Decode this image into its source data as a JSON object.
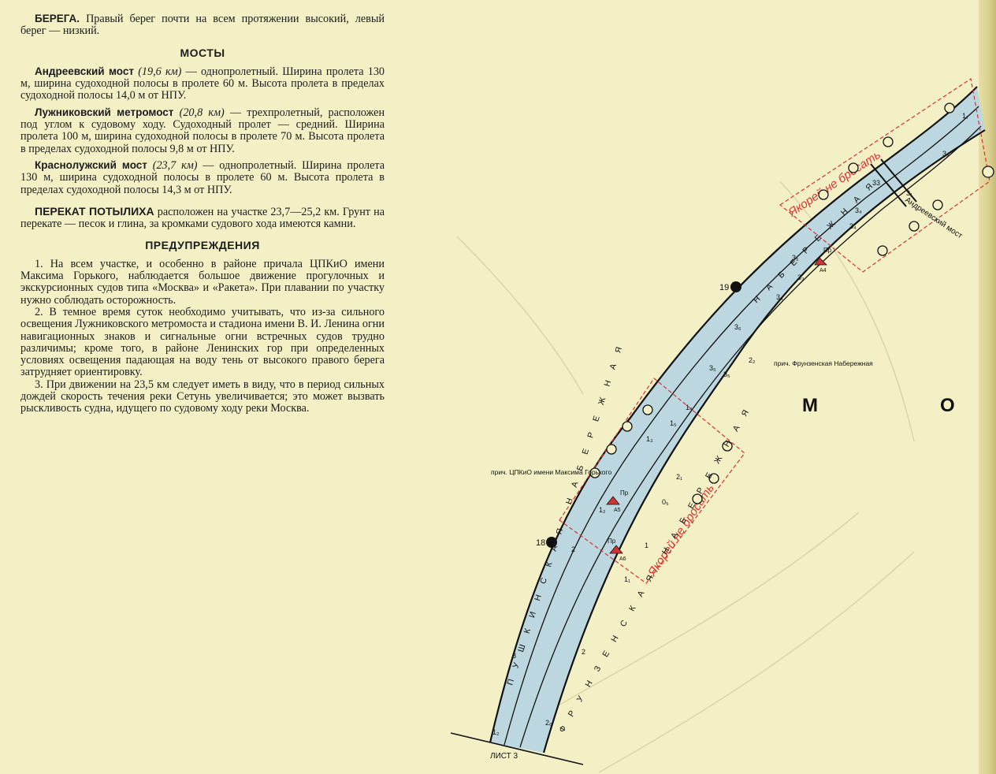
{
  "text": {
    "shores_heading": "БЕРЕГА.",
    "shores_body": "Правый берег почти на всем протяжении высокий, левый берег — низкий.",
    "bridges_heading": "МОСТЫ",
    "bridge1_name": "Андреевский мост",
    "bridge1_km": "(19,6 км)",
    "bridge1_body": "— однопролетный. Ширина пролета 130 м, ширина судоходной полосы в пролете 60 м. Высота пролета в пределах судоходной полосы 14,0 м от НПУ.",
    "bridge2_name": "Лужниковский метромост",
    "bridge2_km": "(20,8 км)",
    "bridge2_body": "— трехпролетный, расположен под углом к судовому ходу. Судоходный пролет — средний. Ширина пролета 100 м, ширина судоходной полосы в пролете 70 м. Высота пролета в пределах судоходной полосы 9,8 м от НПУ.",
    "bridge3_name": "Краснолужский мост",
    "bridge3_km": "(23,7 км)",
    "bridge3_body": "— однопролетный. Ширина пролета 130 м, ширина судоходной полосы в пролете 60 м. Высота пролета в пределах судоходной полосы 14,3 м от НПУ.",
    "rift_heading": "ПЕРЕКАТ ПОТЫЛИХА",
    "rift_body": "расположен на участке 23,7—25,2 км. Грунт на перекате — песок и глина, за кромками судового хода имеются камни.",
    "warnings_heading": "ПРЕДУПРЕЖДЕНИЯ",
    "warning1": "1. На всем участке, и особенно в районе причала ЦПКиО имени Максима Горького, наблюдается большое движение прогулочных и экскурсионных судов типа «Москва» и «Ракета». При плавании по участку нужно соблюдать осторожность.",
    "warning2": "2. В темное время суток необходимо учитывать, что из-за сильного освещения Лужниковского метромоста и стадиона имени В. И. Ленина огни навигационных знаков и сигнальные огни встречных судов трудно различимы; кроме того, в районе Ленинских гор при определенных условиях освещения падающая на воду тень от высокого правого берега затрудняет ориентировку.",
    "warning3": "3. При движении на 23,5 км следует иметь в виду, что в период сильных дождей скорость течения реки Сетунь увеличивается; это может вызвать рыскливость судна, идущего по судовому ходу реки Москва."
  },
  "map": {
    "city_letters": [
      "М",
      "О"
    ],
    "embankment_left": "ПУШКИНСКАЯ НАБЕРЕЖНАЯ",
    "embankment_right_lower": "ФРУНЗЕНСКАЯ НАБЕРЕЖНАЯ",
    "embankment_right_upper": "НАБЕРЕЖНАЯ",
    "pier_gorky": "прич. ЦПКиО имени Максима Горького",
    "pier_frunze": "прич. Фрунзенская Набережная",
    "bridge_label": "Андреевский мост",
    "no_anchor": "Якорей не бросать",
    "sheet_label": "ЛИСТ 3",
    "km_19": "19",
    "km_18": "18",
    "depth_left": [
      "33",
      "3₄",
      "3₅",
      "3₄",
      "3₆",
      "3₅",
      "1₄",
      "1₃",
      "1₂",
      "2",
      "3",
      "1₂"
    ],
    "depth_right": [
      "3₃",
      "3₁",
      "3₄",
      "3₃",
      "3₅",
      "2₂",
      "1₅",
      "2₁",
      "0₅",
      "1",
      "1₁",
      "2",
      "1₇",
      "2₆"
    ],
    "pier_marks": [
      "Пр",
      "Пр",
      "Пр"
    ],
    "pier_codes": [
      "А4",
      "А5",
      "А6"
    ]
  },
  "colors": {
    "paper": "#f3f0c6",
    "water": "#bcd7e0",
    "shore_line": "#111111",
    "no_anchor_zone": "#d33333"
  }
}
